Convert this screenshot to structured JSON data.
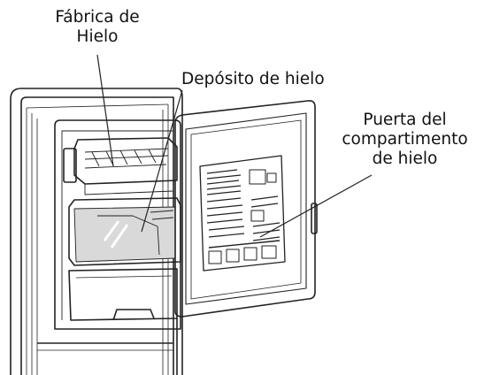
{
  "labels": {
    "ice_maker": [
      "Fábrica de",
      "Hielo"
    ],
    "ice_bin": "Depósito de hielo",
    "compartment_door": [
      "Puerta del",
      "compartimento",
      "de hielo"
    ]
  },
  "icons": {
    "refrigerator": "refrigerator-interior-illustration",
    "manual_sheet": "instruction-sheet-icon"
  },
  "colors": {
    "line": "#222222",
    "background": "#ffffff",
    "shade": "#d9d9d9"
  }
}
